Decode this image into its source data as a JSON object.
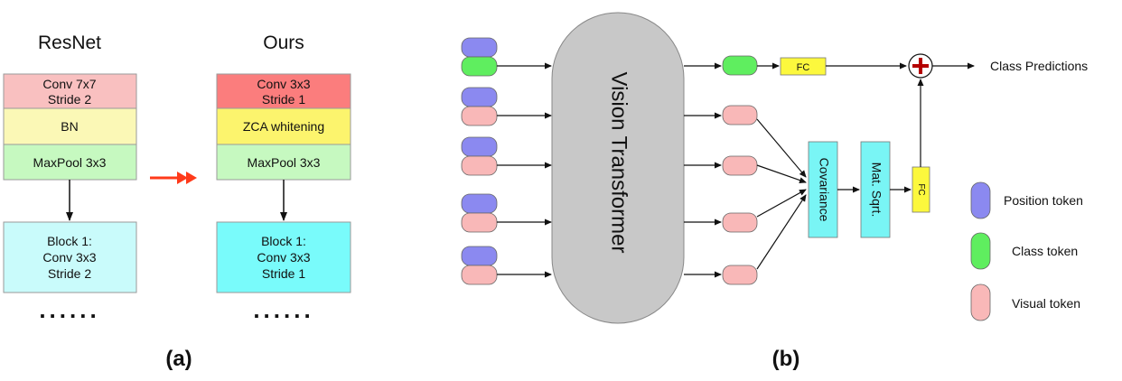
{
  "panel_a": {
    "resnet": {
      "title": "ResNet",
      "block1_line1": "Conv 7x7",
      "block1_line2": "Stride 2",
      "block2": "BN",
      "block3": "MaxPool 3x3",
      "block4_line1": "Block 1:",
      "block4_line2": "Conv 3x3",
      "block4_line3": "Stride 2",
      "ellipsis": "......"
    },
    "ours": {
      "title": "Ours",
      "block1_line1": "Conv 3x3",
      "block1_line2": "Stride 1",
      "block2": "ZCA whitening",
      "block3": "MaxPool 3x3",
      "block4_line1": "Block 1:",
      "block4_line2": "Conv 3x3",
      "block4_line3": "Stride 1",
      "ellipsis": "......"
    },
    "caption": "(a)"
  },
  "panel_b": {
    "transformer": "Vision Transformer",
    "fc_top": "FC",
    "fc_right": "FC",
    "covariance": "Covariance",
    "sqrt": "Mat. Sqrt.",
    "output": "Class Predictions",
    "legend": {
      "position": "Position token",
      "class": "Class token",
      "visual": "Visual token"
    },
    "caption": "(b)"
  },
  "colors": {
    "resnet_conv": "#f9c0c0",
    "ours_conv": "#fb7d7d",
    "bn": "#fbf8b6",
    "zca": "#fcf46d",
    "maxpool": "#c6f9c0",
    "resnet_block": "#c9fbfb",
    "ours_block": "#79fbfb",
    "red_arrow": "#ff3a1a",
    "position_token": "#8b89f0",
    "class_token": "#5fee5f",
    "visual_token": "#f9b8b8",
    "transformer": "#c8c8c8",
    "cov_box": "#79f5f5",
    "fc_box": "#fcf83d",
    "plus": "#b40000"
  }
}
